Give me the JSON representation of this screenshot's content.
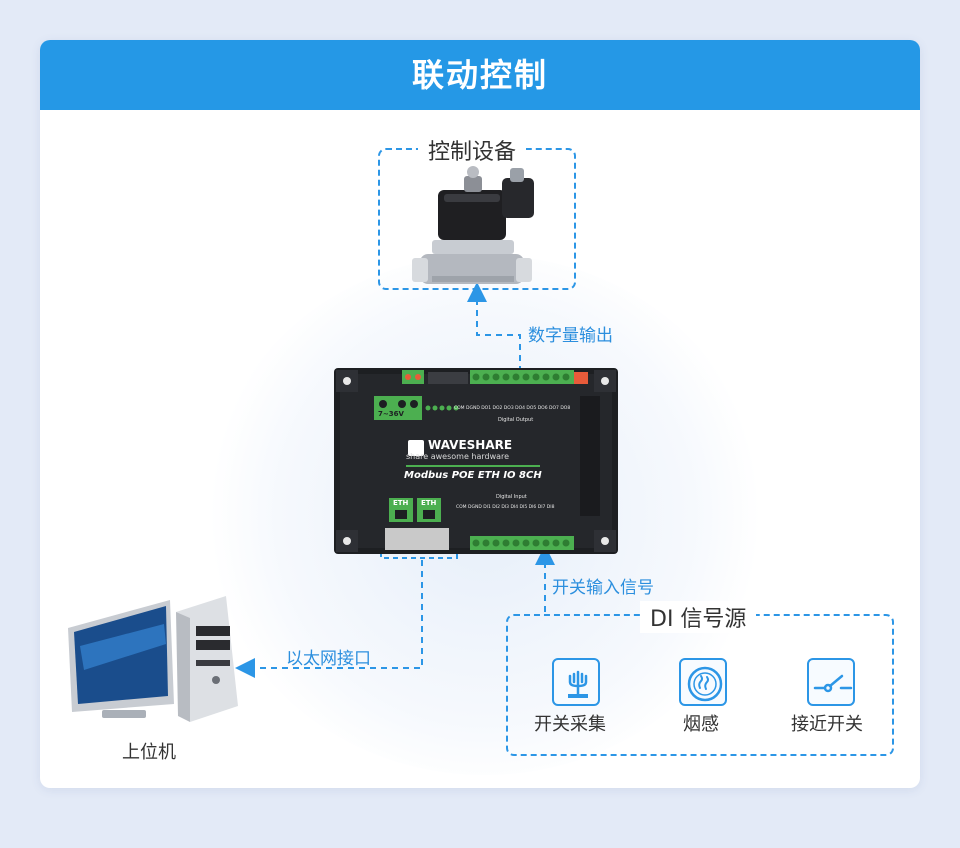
{
  "title": "联动控制",
  "control_device": {
    "label": "控制设备"
  },
  "module": {
    "brand": "WAVESHARE",
    "slogan": "share awesome hardware",
    "model": "Modbus POE ETH IO 8CH",
    "power_label": "7~36V",
    "eth_label": "ETH",
    "digital_output_label": "Digital Output",
    "digital_input_label": "Digital Input",
    "do_pins": "COM DGND DO1 DO2 DO3 DO4 DO5 DO6 DO7 DO8",
    "di_pins": "COM DGND DI1 DI2 DI3 DI4 DI5 DI6 DI7 DI8"
  },
  "flows": {
    "digital_output": "数字量输出",
    "switch_input": "开关输入信号",
    "ethernet": "以太网接口"
  },
  "host": {
    "label": "上位机"
  },
  "di_source": {
    "title": "DI 信号源",
    "items": [
      {
        "label": "开关采集",
        "icon": "switch-collect-icon"
      },
      {
        "label": "烟感",
        "icon": "smoke-sensor-icon"
      },
      {
        "label": "接近开关",
        "icon": "proximity-switch-icon"
      }
    ]
  },
  "colors": {
    "accent": "#2598e6",
    "dashed": "#2c96e6",
    "module_body": "#1d1f22",
    "terminal": "#4caf50"
  }
}
